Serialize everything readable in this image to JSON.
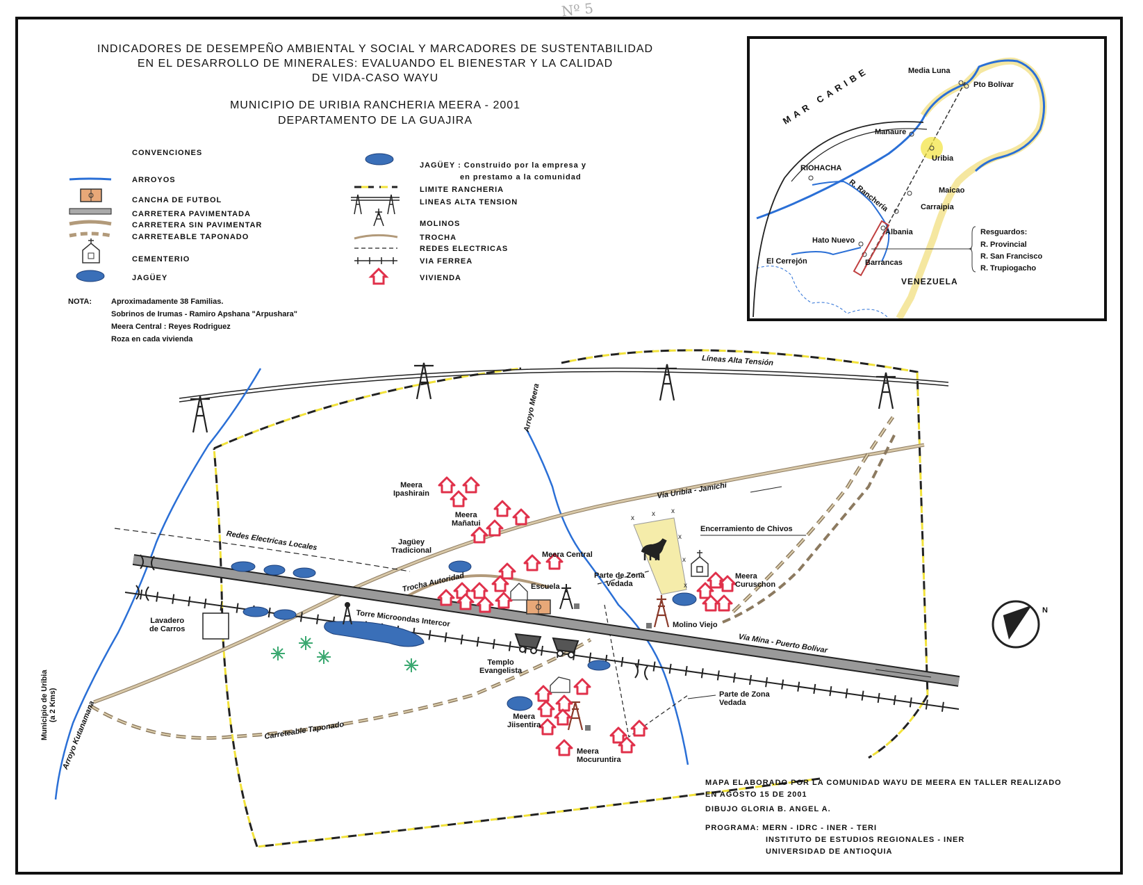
{
  "handwritten_number": "Nº 5",
  "title": {
    "line1": "INDICADORES DE DESEMPEÑO AMBIENTAL Y SOCIAL Y MARCADORES DE SUSTENTABILIDAD",
    "line2": "EN EL DESARROLLO DE MINERALES: EVALUANDO EL BIENESTAR Y LA CALIDAD",
    "line3": "DE VIDA-CASO WAYU",
    "line4": "MUNICIPIO DE URIBIA  RANCHERIA MEERA - 2001",
    "line5": "DEPARTAMENTO DE LA GUAJIRA"
  },
  "legend": {
    "heading": "CONVENCIONES",
    "left": {
      "arroyos": "ARROYOS",
      "cancha": "CANCHA DE FUTBOL",
      "carretera_pav": "CARRETERA PAVIMENTADA",
      "carretera_sin": "CARRETERA SIN PAVIMENTAR",
      "carreteable": "CARRETEABLE TAPONADO",
      "cementerio": "CEMENTERIO",
      "jaguey": "JAGÜEY"
    },
    "right": {
      "jaguey_construido_1": "JAGÜEY : Construido por la empresa y",
      "jaguey_construido_2": "en prestamo a la comunidad",
      "limite": "LIMITE RANCHERIA",
      "lineas": "LINEAS ALTA TENSION",
      "molinos": "MOLINOS",
      "trocha": "TROCHA",
      "redes": "REDES ELECTRICAS",
      "via_ferrea": "VIA FERREA",
      "vivienda": "VIVIENDA"
    }
  },
  "nota": {
    "label": "NOTA:",
    "line1": "Aproximadamente 38 Familias.",
    "line2": "Sobrinos de Irumas - Ramiro Apshana \"Arpushara\"",
    "line3": "Meera Central : Reyes Rodriguez",
    "line4": "Roza en cada vivienda"
  },
  "inset": {
    "mar_caribe": "MAR CARIBE",
    "media_luna": "Media Luna",
    "pto_bolivar": "Pto Bolívar",
    "manaure": "Manaure",
    "uribia": "Uribia",
    "riohacha": "RIOHACHA",
    "r_rancheria": "R. Ranchería",
    "maicao": "Maicao",
    "carraipia": "Carraipia",
    "albania": "Albania",
    "hato_nuevo": "Hato Nuevo",
    "el_cerrejon": "El Cerrejón",
    "barrancas": "Barrancas",
    "venezuela": "VENEZUELA",
    "resguardos": "Resguardos:",
    "r_provincial": "R. Provincial",
    "r_san_francisco": "R. San Francisco",
    "r_trupiogacho": "R. Trupiogacho"
  },
  "map": {
    "lineas_alta_tension": "Líneas Alta Tensión",
    "via_uribia_jamichi": "Vía Uribia - Jamichi",
    "arroyo_meera": "Arroyo Meera",
    "meera_ipashirain_1": "Meera",
    "meera_ipashirain_2": "Ipashirain",
    "meera_manatui_1": "Meera",
    "meera_manatui_2": "Mañatui",
    "encerramiento": "Encerramiento de Chivos",
    "redes_locales": "Redes Electricas Locales",
    "jaguey_trad_1": "Jagüey",
    "jaguey_trad_2": "Tradicional",
    "meera_central": "Meera Central",
    "parte_zona_1a": "Parte de Zona",
    "parte_zona_1b": "Vedada",
    "meera_curuschon_1": "Meera",
    "meera_curuschon_2": "Curuschon",
    "trocha_autoridad": "Trocha  Autoridad",
    "escuela": "Escuela",
    "lavadero_1": "Lavadero",
    "lavadero_2": "de Carros",
    "torre": "Torre Microondas Intercor",
    "molino_viejo": "Molino Viejo",
    "via_mina": "Vía Mina - Puerto Bolívar",
    "templo_1": "Templo",
    "templo_2": "Evangelista",
    "parte_zona_2a": "Parte de Zona",
    "parte_zona_2b": "Vedada",
    "meera_jiisentira_1": "Meera",
    "meera_jiisentira_2": "Jiisentira",
    "meera_mocuruntira_1": "Meera",
    "meera_mocuruntira_2": "Mocuruntira",
    "carreteable_taponado": "Carreteable Taponado",
    "municipio_1": "Municipio de Uribia",
    "municipio_2": "(a 2 Kms)",
    "arroyo_kutanamana": "Arroyo Kutanamana",
    "north": "N"
  },
  "credits": {
    "line1": "MAPA ELABORADO POR LA COMUNIDAD WAYU DE MEERA EN TALLER REALIZADO",
    "line2": "EN AGOSTO 15 DE 2001",
    "line3": "DIBUJO  GLORIA B. ANGEL A.",
    "line4": "PROGRAMA:  MERN - IDRC - INER - TERI",
    "line5": "INSTITUTO DE ESTUDIOS REGIONALES - INER",
    "line6": "UNIVERSIDAD DE ANTIOQUIA"
  },
  "colors": {
    "river": "#2a6fd6",
    "boundary_yellow": "#f2e23a",
    "house": "#e0304a",
    "road_paved": "#8c8c8c",
    "road_unpaved": "#b29a7a",
    "field": "#e8a878",
    "corral": "#f5ecaa",
    "jaguey": "#3a6fb8",
    "tree": "#3aa870",
    "inset_coast": "#f5e7a0"
  }
}
